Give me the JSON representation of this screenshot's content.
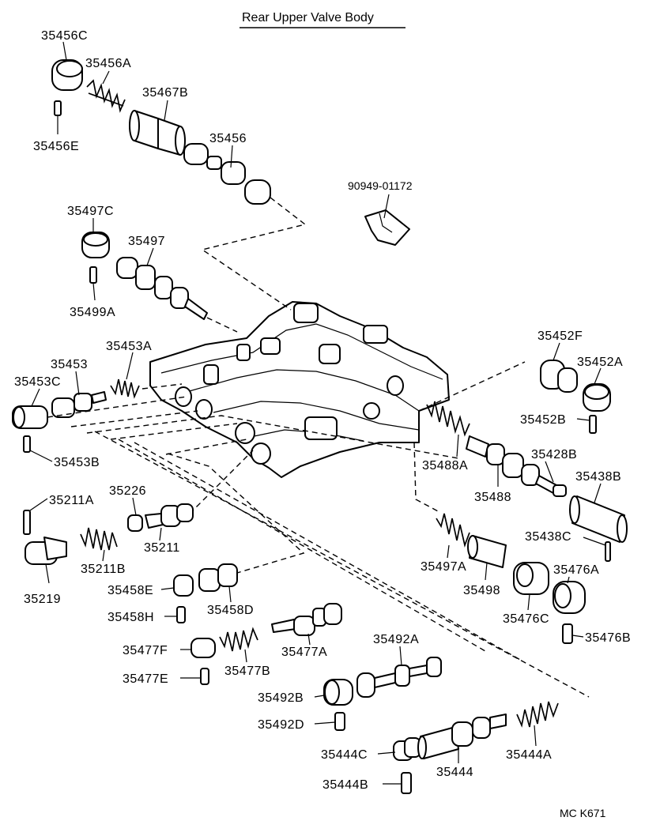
{
  "title": "Rear Upper Valve Body",
  "footer_code": "MC K671",
  "labels": {
    "p35456C": "35456C",
    "p35456A": "35456A",
    "p35467B": "35467B",
    "p35456E": "35456E",
    "p35456": "35456",
    "p90949": "90949-01172",
    "p35497C": "35497C",
    "p35497": "35497",
    "p35499A": "35499A",
    "p35453A": "35453A",
    "p35453": "35453",
    "p35453C": "35453C",
    "p35453B": "35453B",
    "p35452F": "35452F",
    "p35452A": "35452A",
    "p35452B": "35452B",
    "p35488A": "35488A",
    "p35488": "35488",
    "p35428B": "35428B",
    "p35438B": "35438B",
    "p35211A": "35211A",
    "p35226": "35226",
    "p35211": "35211",
    "p35211B": "35211B",
    "p35219": "35219",
    "p35458E": "35458E",
    "p35458D": "35458D",
    "p35458H": "35458H",
    "p35477F": "35477F",
    "p35477A": "35477A",
    "p35477B": "35477B",
    "p35477E": "35477E",
    "p35492A": "35492A",
    "p35492B": "35492B",
    "p35492D": "35492D",
    "p35444C": "35444C",
    "p35444": "35444",
    "p35444A": "35444A",
    "p35444B": "35444B",
    "p35497A": "35497A",
    "p35498": "35498",
    "p35438C": "35438C",
    "p35476A": "35476A",
    "p35476C": "35476C",
    "p35476B": "35476B"
  }
}
